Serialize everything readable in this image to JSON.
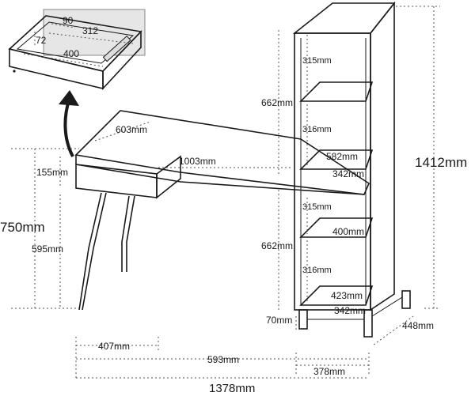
{
  "drawer": {
    "dims": [
      "90",
      "312",
      "72",
      "400"
    ]
  },
  "labels": {
    "tower_height": "1412mm",
    "desk_height": "750mm",
    "drawer_height": "155mm",
    "leg_height": "595mm",
    "top_depth": "603mm",
    "top_width": "1003mm",
    "shelf_1_height": "315mm",
    "shelf_2_height": "316mm",
    "shelf_3_height": "315mm",
    "shelf_4_height": "316mm",
    "upper_section": "662mm",
    "lower_section": "662mm",
    "inner_width_upper": "582mm",
    "desk_depth_right": "342mm",
    "inner_width_lower": "400mm",
    "inner_width_bottom": "423mm",
    "base_depth": "342mm",
    "plinth_height": "70mm",
    "tower_depth": "448mm",
    "width_left": "407mm",
    "width_mid": "593mm",
    "width_right": "378mm",
    "total_width": "1378mm"
  }
}
